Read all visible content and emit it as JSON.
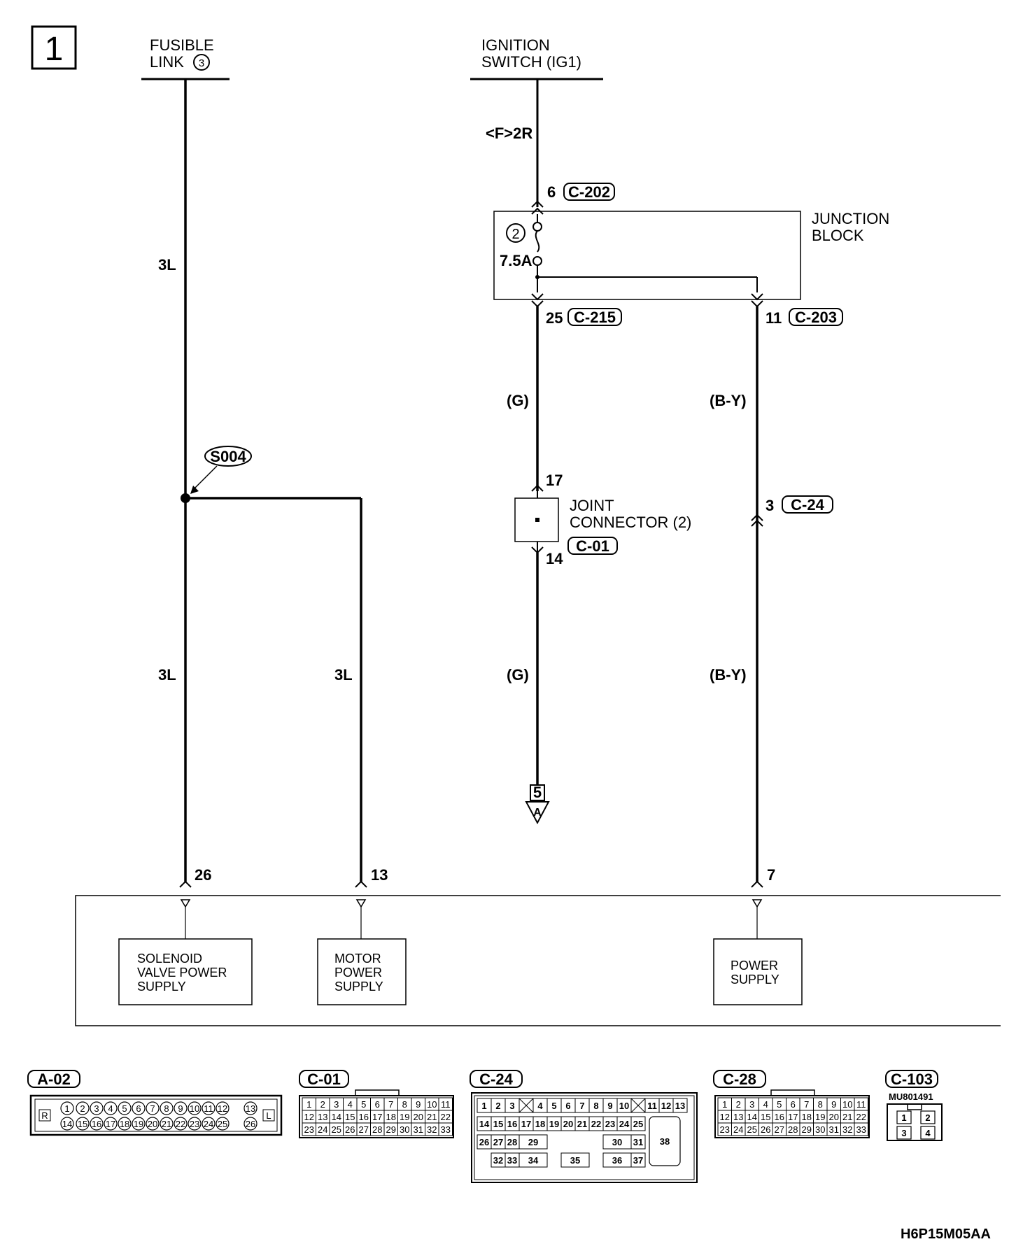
{
  "page": {
    "number": "1",
    "figure_code": "H6P15M05AA"
  },
  "sources": {
    "fusible_link_line1": "FUSIBLE",
    "fusible_link_line2": "LINK",
    "fusible_link_num": "3",
    "ignition_line1": "IGNITION",
    "ignition_line2": "SWITCH (IG1)"
  },
  "wires": {
    "left_top": "3L",
    "left_bottom": "3L",
    "middle": "3L",
    "ign_wire": "<F>2R",
    "g_upper": "(G)",
    "g_lower": "(G)",
    "by_upper": "(B-Y)",
    "by_lower": "(B-Y)"
  },
  "splice": {
    "id": "S004"
  },
  "junction_block": {
    "line1": "JUNCTION",
    "line2": "BLOCK",
    "fuse_num": "2",
    "fuse_rating": "7.5A",
    "in_pin": "6",
    "in_conn": "C-202",
    "out1_pin": "25",
    "out1_conn": "C-215",
    "out2_pin": "11",
    "out2_conn": "C-203"
  },
  "joint_connector": {
    "line1": "JOINT",
    "line2": "CONNECTOR (2)",
    "pin_in": "17",
    "pin_out": "14",
    "conn": "C-01"
  },
  "c24_inline": {
    "pin": "3",
    "conn": "C-24"
  },
  "off_page": {
    "page": "5",
    "ref": "A"
  },
  "ecu_pins": {
    "p26": "26",
    "p13": "13",
    "p7": "7"
  },
  "ecu_boxes": {
    "solenoid_l1": "SOLENOID",
    "solenoid_l2": "VALVE POWER",
    "solenoid_l3": "SUPPLY",
    "motor_l1": "MOTOR",
    "motor_l2": "POWER",
    "motor_l3": "SUPPLY",
    "power_l1": "POWER",
    "power_l2": "SUPPLY"
  },
  "connectors_legend": {
    "a02": "A-02",
    "c01": "C-01",
    "c24": "C-24",
    "c28": "C-28",
    "c103": "C-103",
    "c103_code": "MU801491",
    "a02_left": "R",
    "a02_right": "L",
    "a02_row1": [
      "1",
      "2",
      "3",
      "4",
      "5",
      "6",
      "7",
      "8",
      "9",
      "10",
      "11",
      "12",
      "13"
    ],
    "a02_row2": [
      "14",
      "15",
      "16",
      "17",
      "18",
      "19",
      "20",
      "21",
      "22",
      "23",
      "24",
      "25",
      "26"
    ],
    "c01_rows": [
      [
        "1",
        "2",
        "3",
        "4",
        "5",
        "6",
        "7",
        "8",
        "9",
        "10",
        "11"
      ],
      [
        "12",
        "13",
        "14",
        "15",
        "16",
        "17",
        "18",
        "19",
        "20",
        "21",
        "22"
      ],
      [
        "23",
        "24",
        "25",
        "26",
        "27",
        "28",
        "29",
        "30",
        "31",
        "32",
        "33"
      ]
    ],
    "c28_rows": [
      [
        "1",
        "2",
        "3",
        "4",
        "5",
        "6",
        "7",
        "8",
        "9",
        "10",
        "11"
      ],
      [
        "12",
        "13",
        "14",
        "15",
        "16",
        "17",
        "18",
        "19",
        "20",
        "21",
        "22"
      ],
      [
        "23",
        "24",
        "25",
        "26",
        "27",
        "28",
        "29",
        "30",
        "31",
        "32",
        "33"
      ]
    ],
    "c24_row1": [
      "1",
      "2",
      "3",
      "4",
      "5",
      "6",
      "7",
      "8",
      "9",
      "10",
      "11",
      "12",
      "13"
    ],
    "c24_row2": [
      "14",
      "15",
      "16",
      "17",
      "18",
      "19",
      "20",
      "21",
      "22",
      "23",
      "24",
      "25"
    ],
    "c24_extra": [
      "26",
      "27",
      "28",
      "29",
      "30",
      "31",
      "32",
      "33",
      "34",
      "35",
      "36",
      "37",
      "38"
    ],
    "c103_pins": [
      "1",
      "2",
      "3",
      "4"
    ]
  }
}
